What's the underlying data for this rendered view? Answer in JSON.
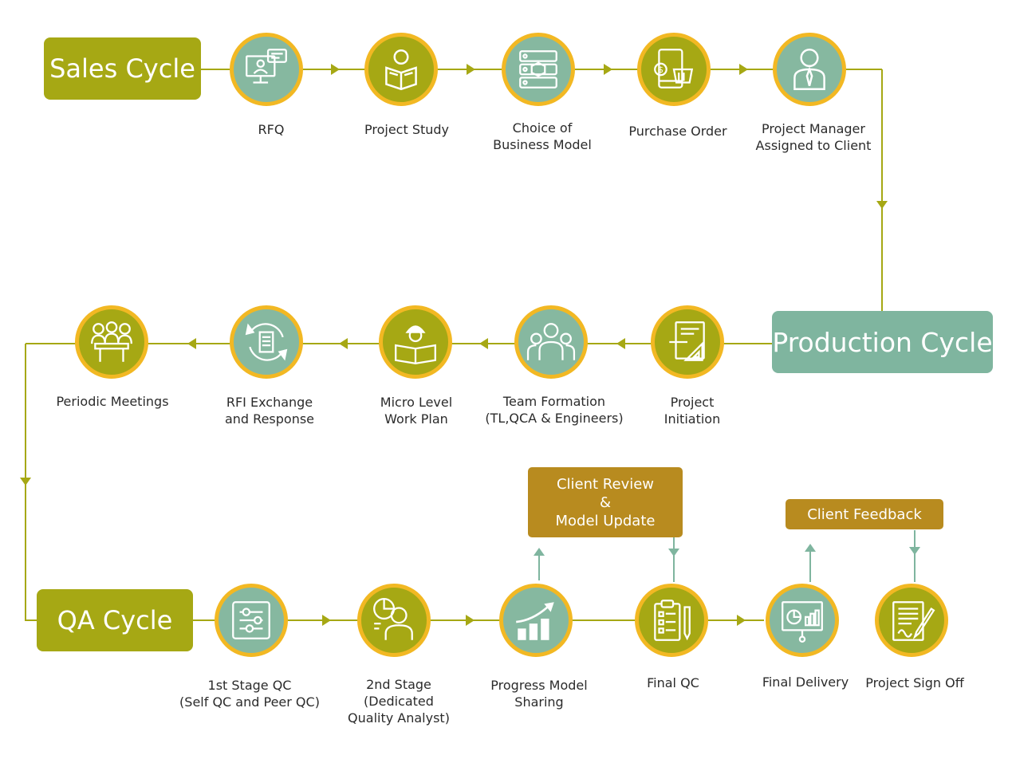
{
  "sales": {
    "title": "Sales Cycle",
    "steps": [
      {
        "lines": [
          "RFQ"
        ],
        "icon": "computer-chat-icon"
      },
      {
        "lines": [
          "Project Study"
        ],
        "icon": "reading-person-icon"
      },
      {
        "lines": [
          "Choice of",
          "Business Model"
        ],
        "icon": "server-model-icon"
      },
      {
        "lines": [
          "Purchase Order"
        ],
        "icon": "tablet-cart-icon"
      },
      {
        "lines": [
          "Project Manager",
          "Assigned to Client"
        ],
        "icon": "manager-icon"
      }
    ]
  },
  "production": {
    "title": "Production Cycle",
    "steps": [
      {
        "lines": [
          "Project",
          "Initiation"
        ],
        "icon": "blueprint-icon"
      },
      {
        "lines": [
          "Team Formation",
          "(TL,QCA & Engineers)"
        ],
        "icon": "team-icon"
      },
      {
        "lines": [
          "Micro Level",
          "Work Plan"
        ],
        "icon": "engineer-plan-icon"
      },
      {
        "lines": [
          "RFI Exchange",
          "and Response"
        ],
        "icon": "document-cycle-icon"
      },
      {
        "lines": [
          "Periodic Meetings"
        ],
        "icon": "meeting-icon"
      }
    ]
  },
  "qa": {
    "title": "QA Cycle",
    "steps": [
      {
        "lines": [
          "1st Stage QC",
          "(Self QC and Peer QC)"
        ],
        "icon": "sliders-icon"
      },
      {
        "lines": [
          "2nd Stage",
          "(Dedicated",
          "Quality Analyst)"
        ],
        "icon": "analyst-icon"
      },
      {
        "lines": [
          "Progress Model",
          "Sharing"
        ],
        "icon": "growth-chart-icon"
      },
      {
        "lines": [
          "Final QC"
        ],
        "icon": "checklist-icon"
      },
      {
        "lines": [
          "Final Delivery"
        ],
        "icon": "presentation-board-icon"
      },
      {
        "lines": [
          "Project Sign Off"
        ],
        "icon": "sign-document-icon"
      }
    ]
  },
  "callouts": {
    "client_review": [
      "Client Review",
      "&",
      "Model Update"
    ],
    "client_feedback": [
      "Client Feedback"
    ]
  },
  "colors": {
    "olive": "#a6a814",
    "teal": "#7fb59f",
    "ring": "#f2b823",
    "callout": "#b88b1f",
    "line": "#a6a814",
    "feedback_line": "#7fb59f"
  }
}
